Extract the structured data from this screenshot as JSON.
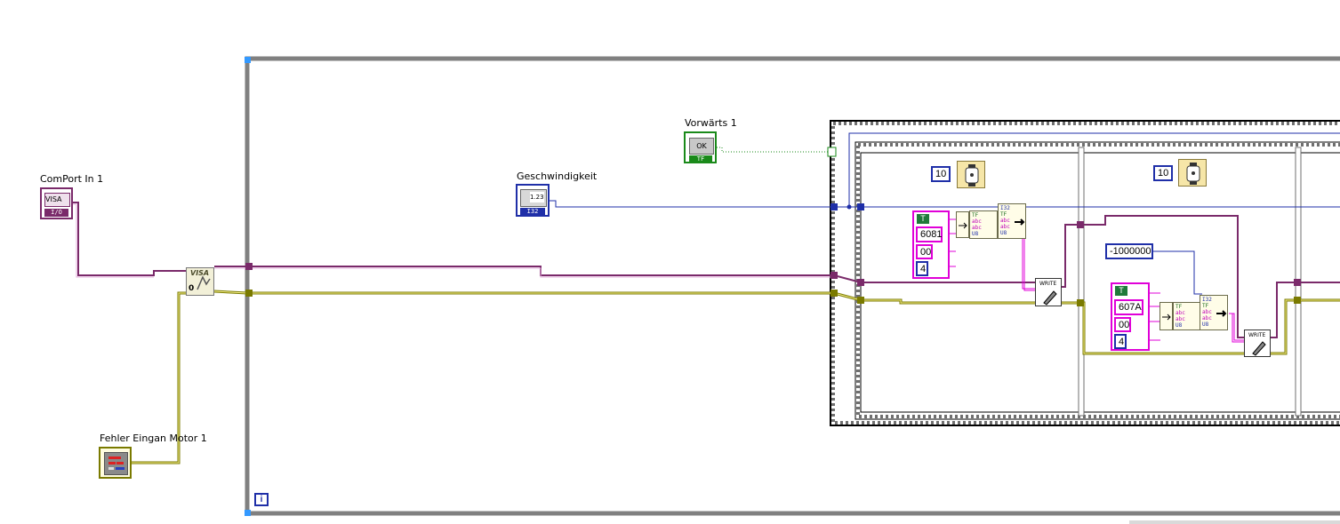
{
  "labels": {
    "comport": "ComPort In 1",
    "fehler": "Fehler Eingan Motor 1",
    "geschwindigkeit": "Geschwindigkeit",
    "vorwaerts": "Vorwärts 1"
  },
  "terminals": {
    "comport_text": "VISA",
    "comport_sub": "I/O",
    "geschw_text": "1.23",
    "geschw_sub": "I32",
    "vorwaerts_text": "OK",
    "vorwaerts_sub": "TF",
    "visa_node_text": "VISA",
    "visa_node_sub": "0"
  },
  "loop": {
    "iteration_label": "i"
  },
  "frame1": {
    "wait_value": "10",
    "array_label": "T",
    "array_items": [
      "6081",
      "00",
      "4"
    ],
    "write_label": "WRITE"
  },
  "frame2": {
    "wait_value": "10",
    "constant": "-1000000",
    "array_label": "T",
    "array_items": [
      "607A",
      "00",
      "4"
    ],
    "write_label": "WRITE"
  },
  "cluster": {
    "rows": [
      "TF",
      "abc",
      "abc",
      "U8"
    ],
    "out_rows": [
      "I32",
      "TF",
      "abc",
      "abc",
      "U8"
    ]
  },
  "colors": {
    "loop_border": "#808080",
    "visa_wire": "#7a2a6a",
    "error_wire": "#7a7a00",
    "numeric_wire": "#1f2fa8",
    "boolean_wire": "#1a8a1a",
    "string_wire": "#e000d8"
  }
}
